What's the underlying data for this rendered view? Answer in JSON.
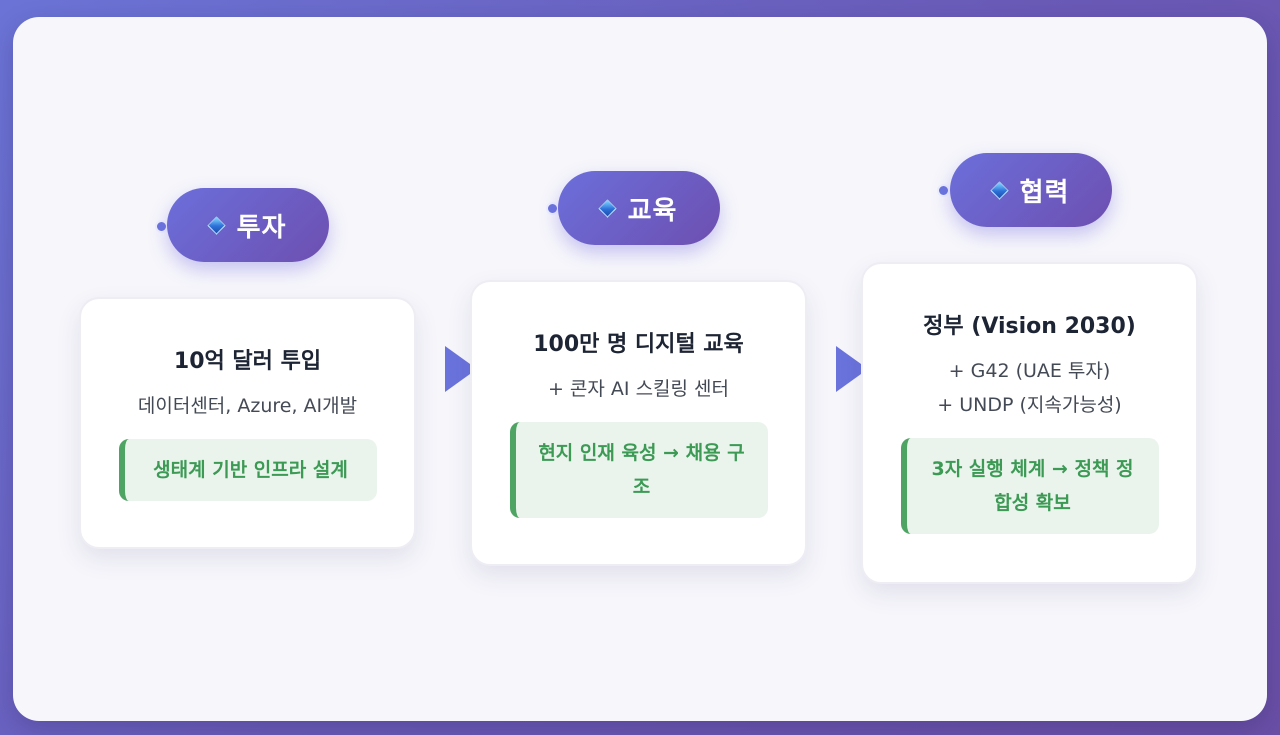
{
  "steps": [
    {
      "badge": "투자",
      "title": "10억 달러 투입",
      "lines": [
        "데이터센터, Azure, AI개발"
      ],
      "note": "생태계 기반 인프라 설계"
    },
    {
      "badge": "교육",
      "title": "100만 명 디지털 교육",
      "lines": [
        "+ 콘자 AI 스킬링 센터"
      ],
      "note": "현지 인재 육성 → 채용 구조"
    },
    {
      "badge": "협력",
      "title": "정부 (Vision 2030)",
      "lines": [
        "+ G42 (UAE 투자)",
        "+ UNDP (지속가능성)"
      ],
      "note": "3자 실행 체계 → 정책 정합성 확보"
    }
  ],
  "colors": {
    "accent": "#6a73dc",
    "note_bg": "#eaf4ec",
    "note_text": "#3c9a55",
    "note_border": "#4ea563"
  },
  "icons": {
    "badge_icon": "blue-diamond-icon",
    "connector_icon": "right-triangle-arrow-icon"
  }
}
